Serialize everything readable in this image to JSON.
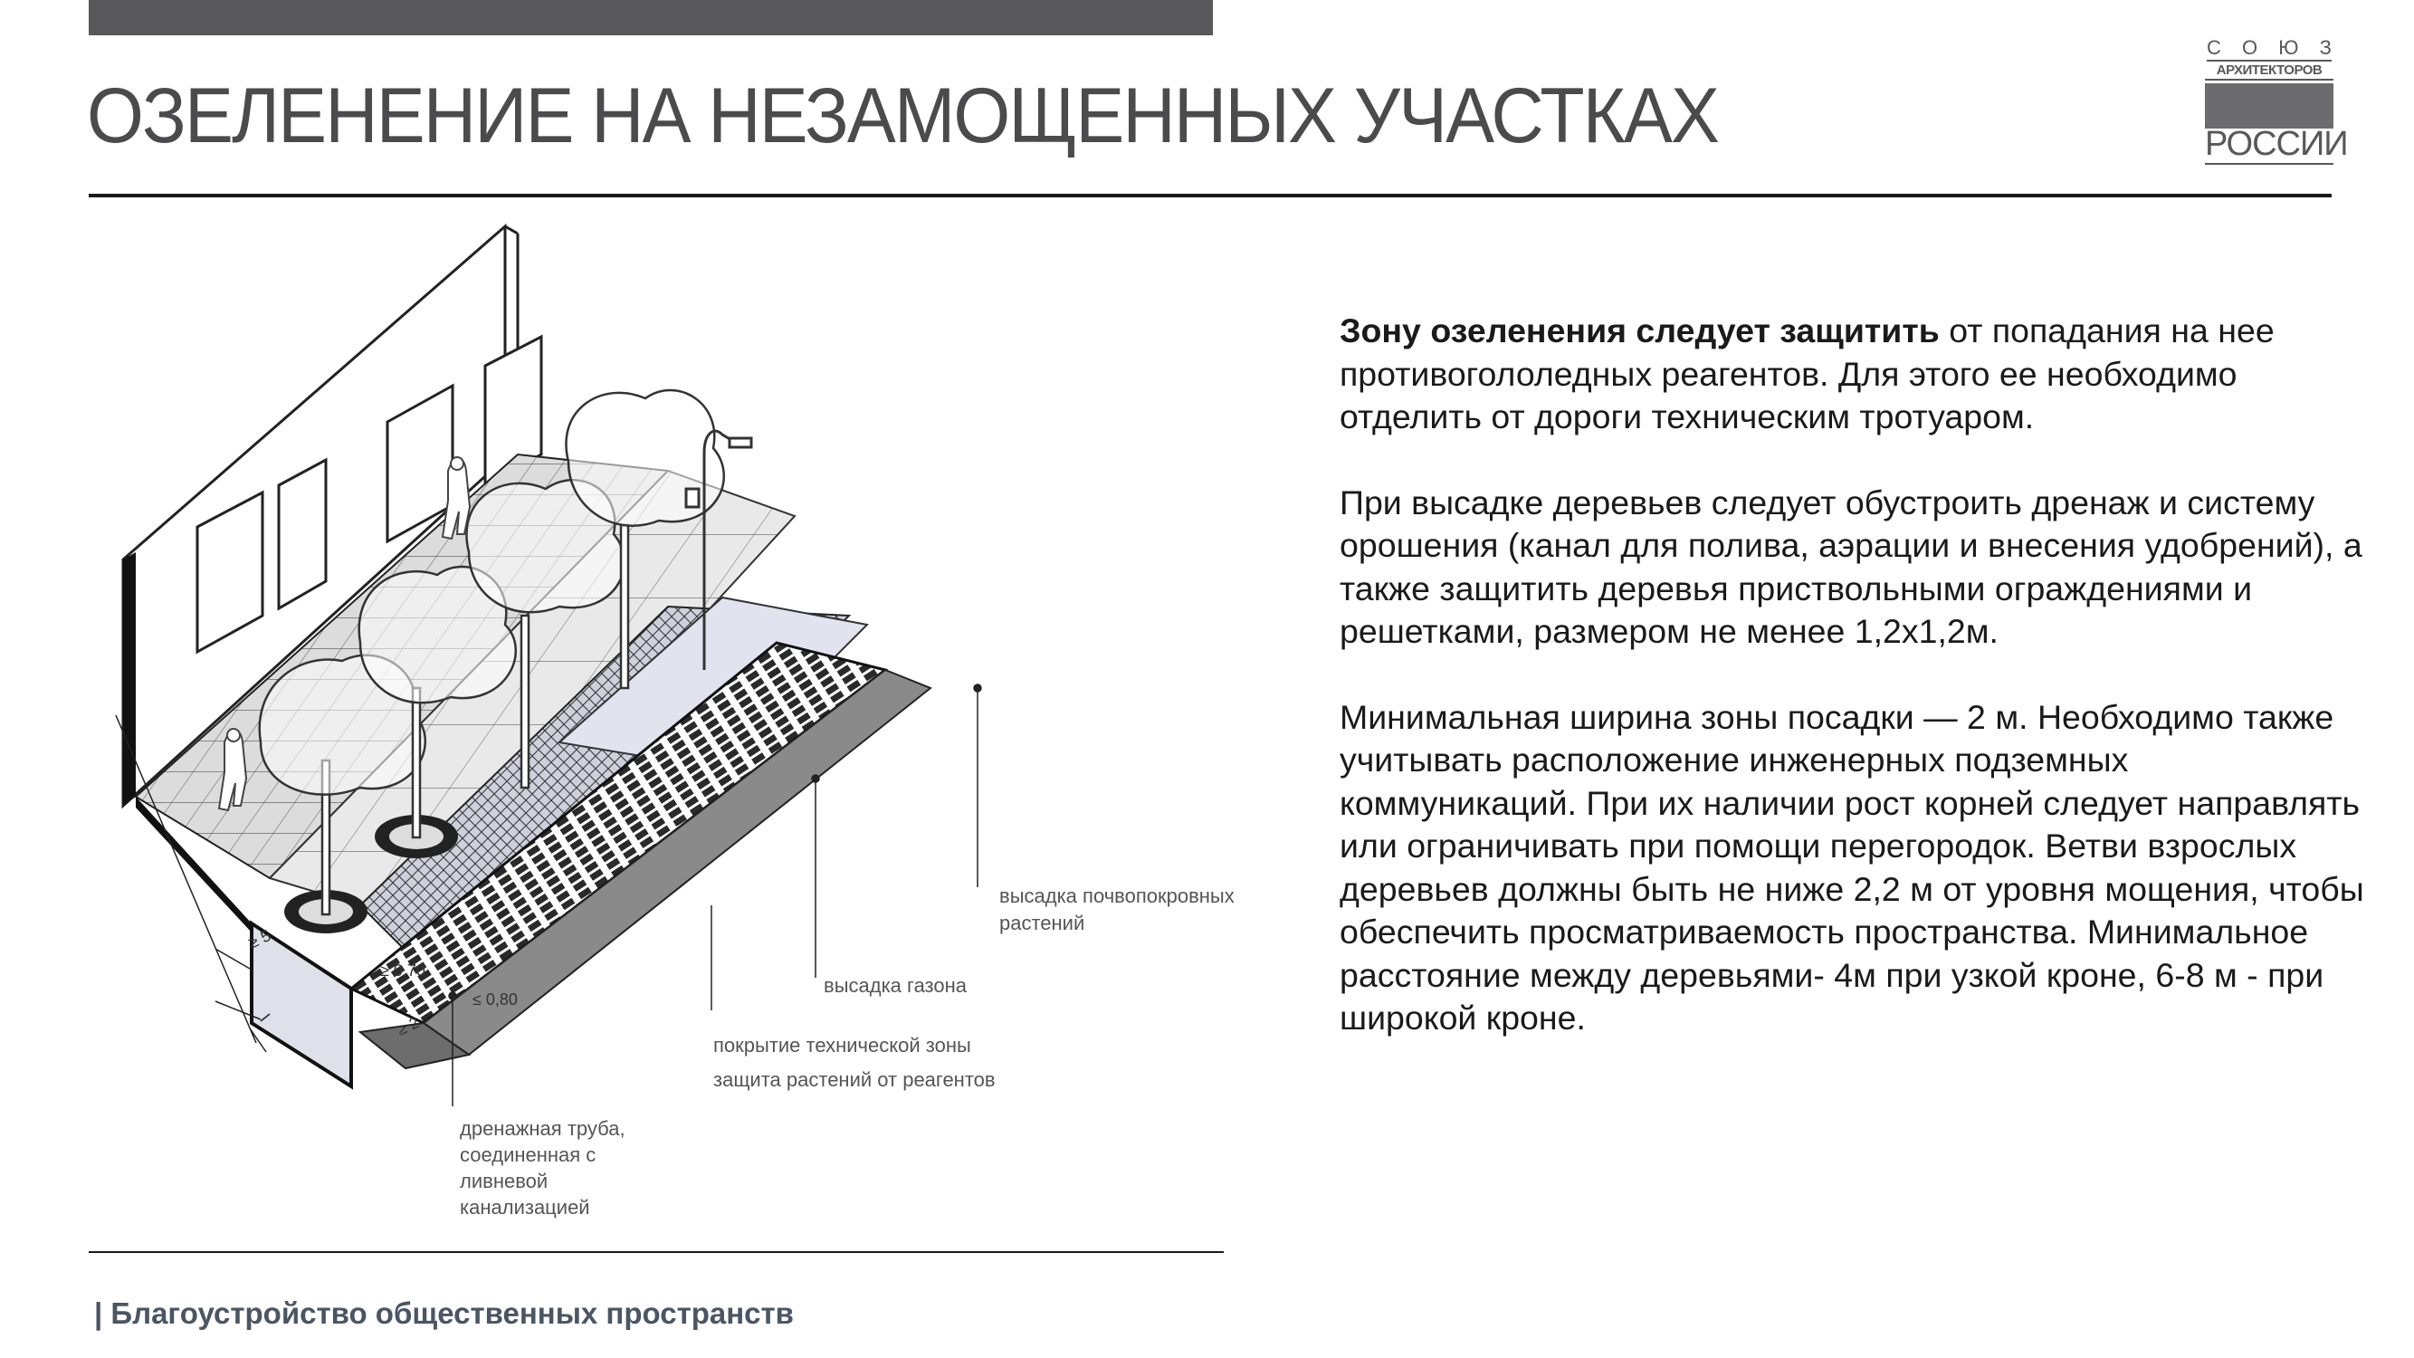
{
  "header": {
    "title": "ОЗЕЛЕНЕНИЕ НА НЕЗАМОЩЕННЫХ УЧАСТКАХ"
  },
  "logo": {
    "line1": [
      "С",
      "О",
      "Ю",
      "З"
    ],
    "line2": "АРХИТЕКТОРОВ",
    "line3": "РОССИИ"
  },
  "diagram": {
    "labels": {
      "groundcover": [
        "высадка почвопокровных",
        "растений"
      ],
      "lawn": "высадка газона",
      "tech_zone": "покрытие технической зоны",
      "protection": "защита растений от реагентов",
      "drain": [
        "дренажная труба,",
        "соединенная с",
        "ливневой",
        "канализацией"
      ]
    },
    "dimensions": {
      "d5": "≥ 5",
      "d070": "≥ 0,70",
      "d080": "≤ 0,80",
      "d2": "≥ 2"
    }
  },
  "text": {
    "p1_bold": "Зону озеленения следует защитить",
    "p1_rest": " от попадания на нее противогололедных реагентов. Для этого ее необходимо отделить от дороги техническим тротуаром.",
    "p2": "При высадке деревьев следует обустроить дренаж и систему орошения (канал для полива, аэрации и внесения удобрений), а также защитить деревья приствольными ограждениями и решетками, размером не менее 1,2х1,2м.",
    "p3": "Минимальная ширина зоны посадки — 2 м. Необходимо также учитывать расположение инженерных подземных коммуникаций. При их наличии рост корней следует направлять или ограничивать при помощи перегородок. Ветви взрослых деревьев должны быть не ниже 2,2 м от уровня мощения, чтобы обеспечить просматриваемость пространства. Минимальное расстояние между деревьями- 4м при узкой кроне, 6-8 м - при широкой кроне."
  },
  "footer": {
    "text": "| Благоустройство общественных пространств"
  }
}
